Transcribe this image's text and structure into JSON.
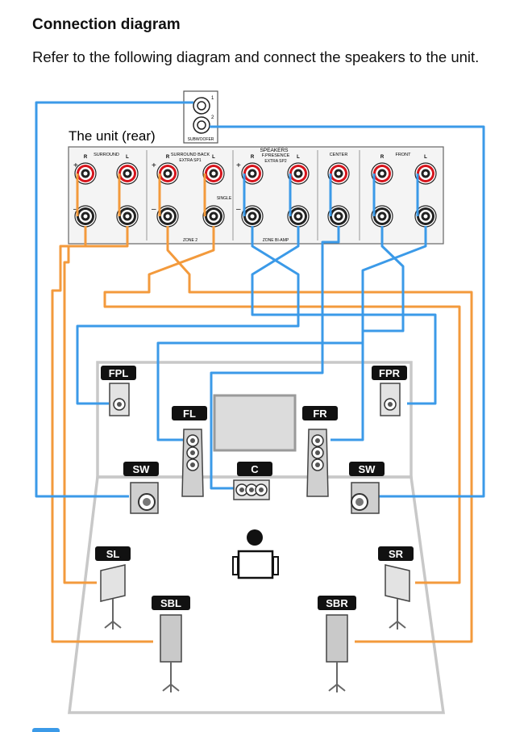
{
  "heading": "Connection diagram",
  "intro": "Refer to the following diagram and connect the speakers to the unit.",
  "unit_label": "The unit (rear)",
  "subwoofer_terminal": {
    "label": "SUBWOOFER",
    "jack1": "1",
    "jack2": "2"
  },
  "terminals": {
    "speakers_header": "SPEAKERS",
    "surround": "SURROUND",
    "surround_back": "SURROUND BACK",
    "extra_sp1": "EXTRA SP1",
    "f_presence": "F.PRESENCE",
    "extra_sp2": "EXTRA SP2",
    "center": "CENTER",
    "front": "FRONT",
    "single": "SINGLE",
    "zone2": "ZONE 2",
    "zone_biamp": "ZONE BI-AMP",
    "r": "R",
    "l": "L",
    "plus": "+",
    "minus": "–"
  },
  "speakers": {
    "fpl": "FPL",
    "fpr": "FPR",
    "fl": "FL",
    "fr": "FR",
    "c": "C",
    "sw_left": "SW",
    "sw_right": "SW",
    "sl": "SL",
    "sr": "SR",
    "sbl": "SBL",
    "sbr": "SBR"
  },
  "colors": {
    "orange_cable": "#f39a3c",
    "blue_cable": "#3b9ae8",
    "room_line": "#c8c8c8",
    "label_bg": "#111111",
    "terminal_red": "#d5141c"
  }
}
